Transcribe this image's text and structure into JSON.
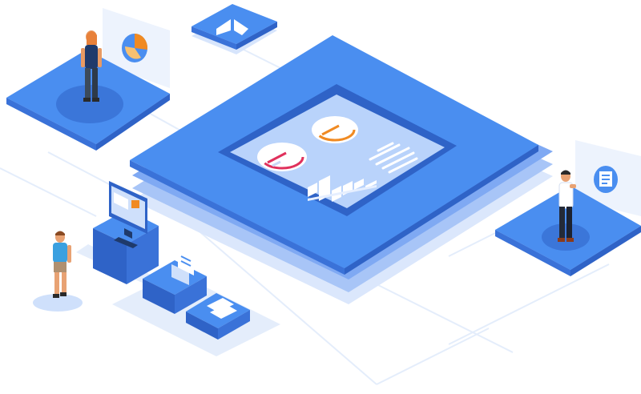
{
  "illustration": {
    "theme": "isometric dashboard / analytics platform",
    "colors": {
      "primary": "#4a8ef0",
      "primary_dark": "#2f63c7",
      "primary_side": "#3a72d8",
      "light_panel": "#cfe0fb",
      "screen": "#b9d3fb",
      "connector": "#e3ecfb",
      "accent_red": "#e0315c",
      "accent_orange": "#f08a22",
      "white": "#ffffff",
      "navy": "#1f3a6b"
    },
    "elements": [
      "central-platform",
      "dashboard-screen",
      "left-platform-with-woman",
      "right-platform-with-man",
      "top-small-tile",
      "computer-and-step-blocks",
      "walking-man"
    ]
  }
}
